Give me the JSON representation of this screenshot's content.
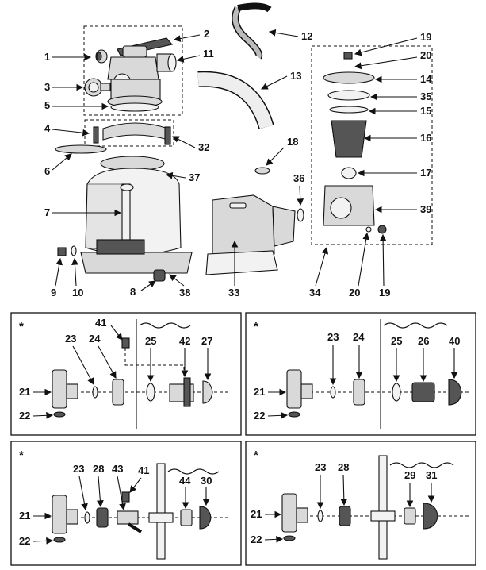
{
  "labels": {
    "top": [
      "1",
      "2",
      "3",
      "4",
      "5",
      "6",
      "7",
      "8",
      "9",
      "10",
      "11",
      "12",
      "13",
      "14",
      "15",
      "16",
      "17",
      "18",
      "19",
      "20",
      "32",
      "33",
      "34",
      "35",
      "36",
      "37",
      "38",
      "39"
    ],
    "top_extra": {
      "a19": "19",
      "a20": "20"
    },
    "p1": {
      "star": "*",
      "l41": "41",
      "l23": "23",
      "l24": "24",
      "l25": "25",
      "l42": "42",
      "l27": "27",
      "l21": "21",
      "l22": "22"
    },
    "p2": {
      "star": "*",
      "l23": "23",
      "l24": "24",
      "l25": "25",
      "l26": "26",
      "l40": "40",
      "l21": "21",
      "l22": "22"
    },
    "p3": {
      "star": "*",
      "l23": "23",
      "l28": "28",
      "l43": "43",
      "l41": "41",
      "l44": "44",
      "l30": "30",
      "l21": "21",
      "l22": "22"
    },
    "p4": {
      "star": "*",
      "l23": "23",
      "l28": "28",
      "l29": "29",
      "l31": "31",
      "l21": "21",
      "l22": "22"
    }
  }
}
